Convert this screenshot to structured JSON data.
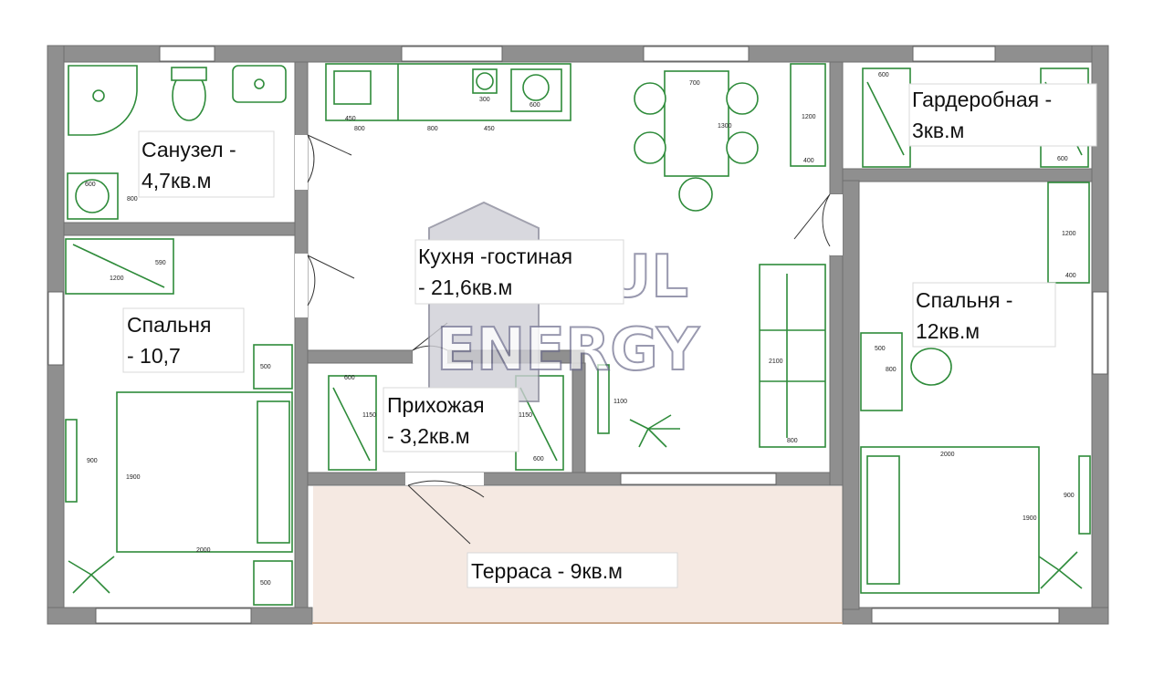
{
  "rooms": {
    "bathroom": {
      "line1": "Санузел -",
      "line2": "4,7кв.м"
    },
    "wardrobe": {
      "line1": "Гардеробная -",
      "line2": "3кв.м"
    },
    "kitchen": {
      "line1": "Кухня -гостиная",
      "line2": "- 21,6кв.м"
    },
    "bedroom_left": {
      "line1": "Спальня",
      "line2": "- 10,7"
    },
    "bedroom_right": {
      "line1": "Спальня -",
      "line2": "12кв.м"
    },
    "hallway": {
      "line1": "Прихожая",
      "line2": "- 3,2кв.м"
    },
    "terrace": {
      "line1": "Терраса - 9кв.м"
    }
  },
  "watermark": {
    "line1": "MODUL",
    "line2": "ENERGY"
  },
  "dimensions": {
    "d450": "450",
    "d800a": "800",
    "d800b": "800",
    "d450b": "450",
    "d300": "300",
    "d600k": "600",
    "d700": "700",
    "d1300": "1300",
    "d1200k": "1200",
    "d400k": "400",
    "d600w": "600",
    "d1150w": "1150",
    "d600w2": "600",
    "d600b": "600",
    "d800b2": "800",
    "d1200l": "1200",
    "d590": "590",
    "d500l": "500",
    "d900l": "900",
    "d1900l": "1900",
    "d2000l": "2000",
    "d500l2": "500",
    "d600h": "600",
    "d1150h": "1150",
    "d1150h2": "1150",
    "d600h2": "600",
    "d2100": "2100",
    "d1100": "1100",
    "d800s": "800",
    "d1200r": "1200",
    "d400r": "400",
    "d500r": "500",
    "d800r": "800",
    "d2000r": "2000",
    "d1900r": "1900",
    "d900r": "900"
  },
  "colors": {
    "wall": "#8f8f8f",
    "furniture": "#2e8b3a",
    "terrace": "#f5e9e2"
  }
}
